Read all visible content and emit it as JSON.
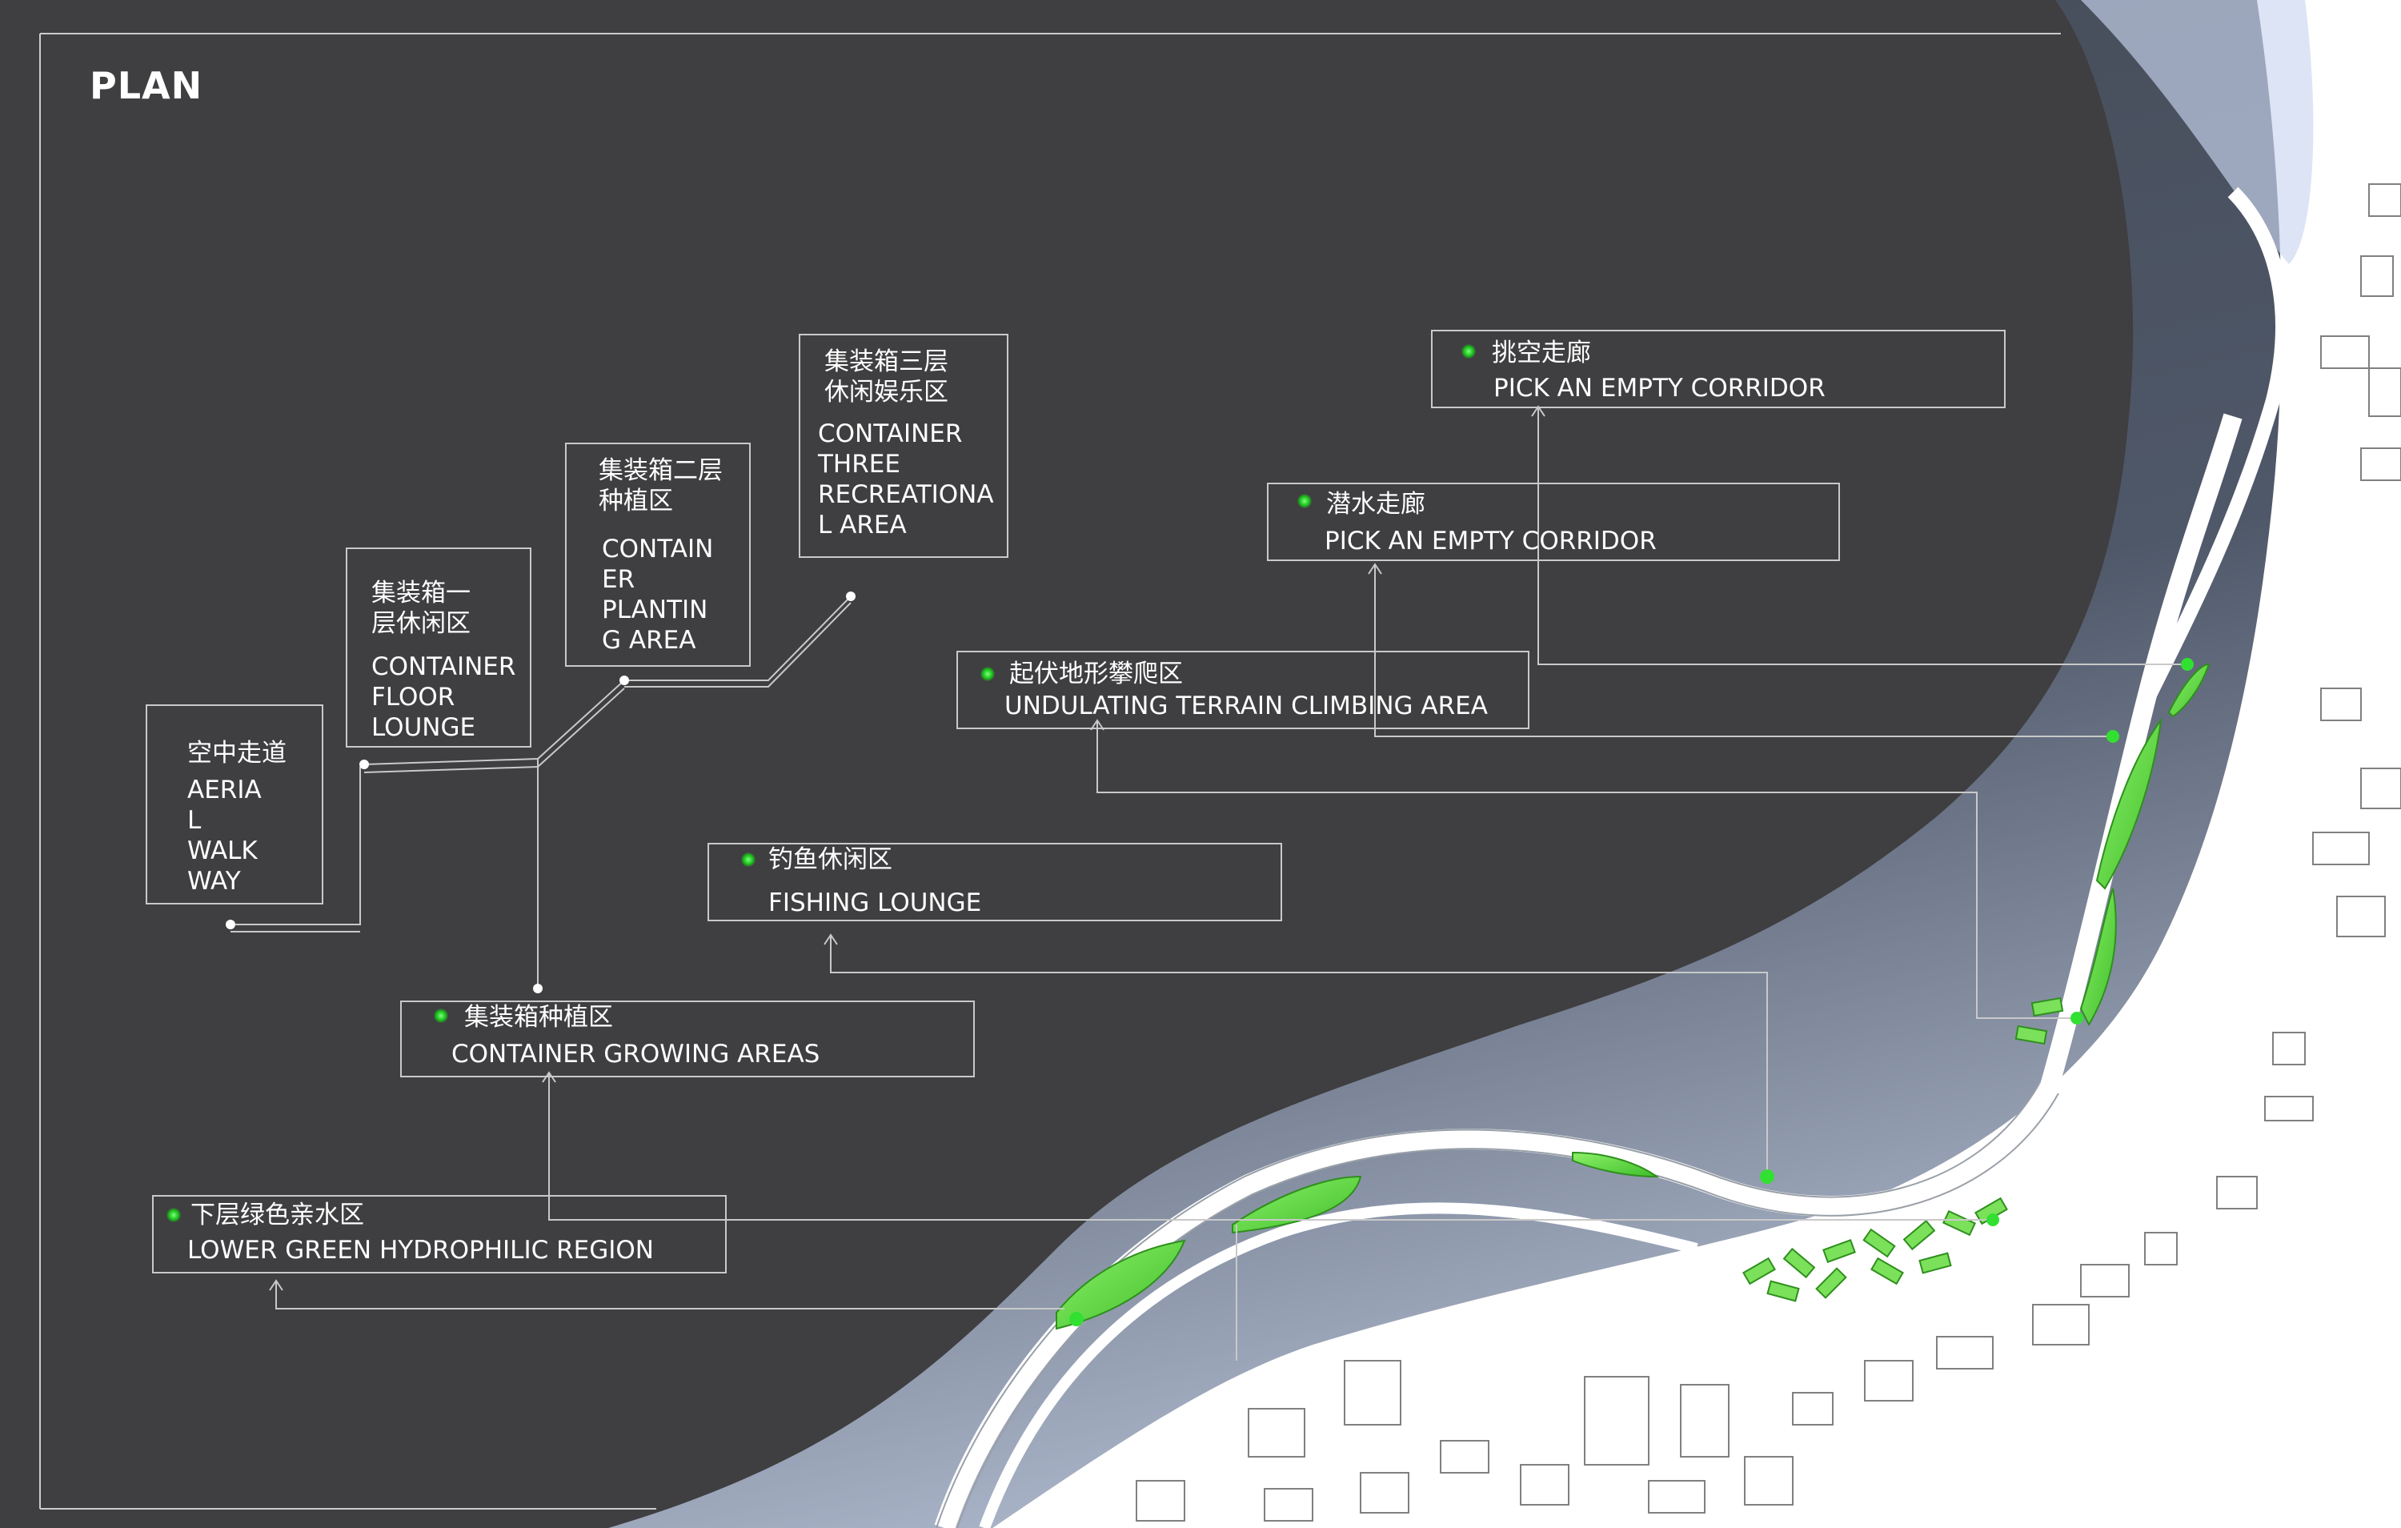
{
  "title": "PLAN",
  "labels": {
    "aerial": {
      "zh": "空中走道",
      "en": "AERIA\nL\nWALK\nWAY"
    },
    "floor1": {
      "zh": "集装箱一\n层休闲区",
      "en": "CONTAINER\nFLOOR\nLOUNGE"
    },
    "floor2": {
      "zh": "集装箱二层\n种植区",
      "en": "CONTAIN\nER\nPLANTIN\nG AREA"
    },
    "floor3": {
      "zh": "集装箱三层\n休闲娱乐区",
      "en": "CONTAINER\nTHREE\nRECREATIONA\nL AREA"
    },
    "growing": {
      "zh": "集装箱种植区",
      "en": "CONTAINER GROWING AREAS"
    },
    "fishing": {
      "zh": "钓鱼休闲区",
      "en": "FISHING LOUNGE"
    },
    "terrain": {
      "zh": "起伏地形攀爬区",
      "en": "UNDULATING TERRAIN CLIMBING AREA"
    },
    "dive": {
      "zh": "潜水走廊",
      "en": "PICK AN EMPTY CORRIDOR"
    },
    "pick": {
      "zh": "挑空走廊",
      "en": "PICK  AN  EMPTY  CORRIDOR"
    },
    "lower": {
      "zh": "下层绿色亲水区",
      "en": "LOWER GREEN HYDROPHILIC REGION"
    }
  },
  "colors": {
    "background": "#3f3e40",
    "river_top": "#3e4652",
    "river_bottom": "#a3adc3",
    "land": "#ffffff",
    "green": "#5ed23a",
    "leader": "#c9c9c9"
  }
}
